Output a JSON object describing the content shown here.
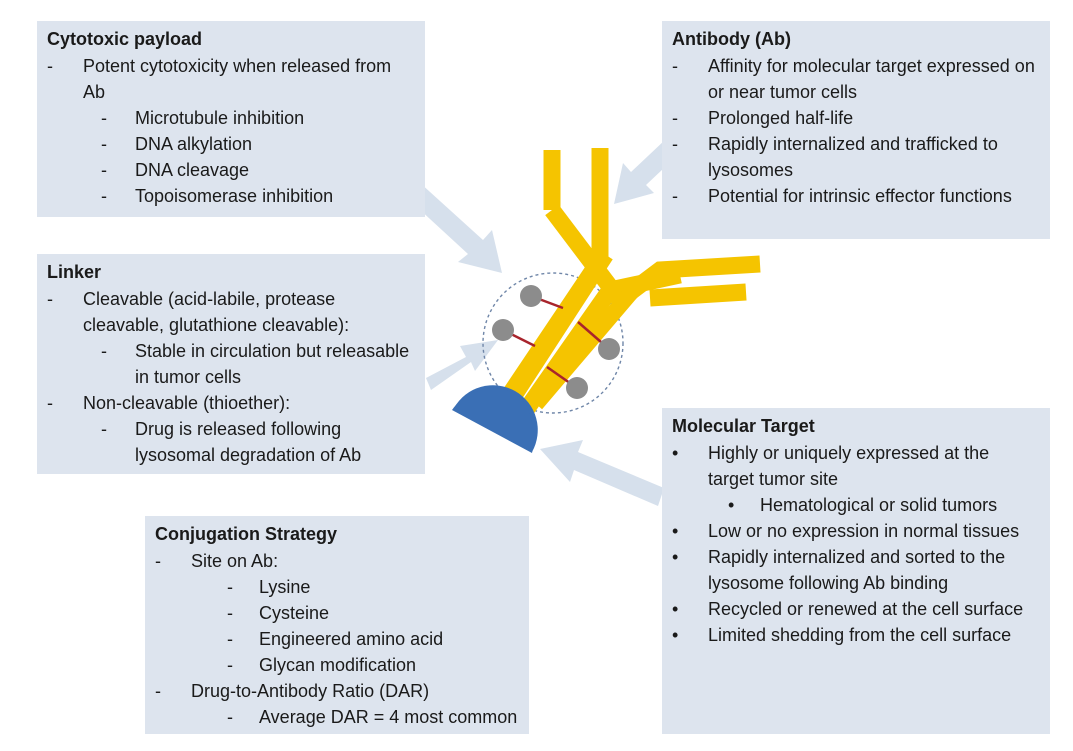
{
  "payload": {
    "title": "Cytotoxic payload",
    "items": [
      {
        "mark": "-",
        "text": "Potent cytotoxicity when released from Ab"
      },
      {
        "mark": "-",
        "text": "Microtubule inhibition"
      },
      {
        "mark": "-",
        "text": "DNA alkylation"
      },
      {
        "mark": "-",
        "text": "DNA cleavage"
      },
      {
        "mark": "-",
        "text": "Topoisomerase inhibition"
      }
    ]
  },
  "linker": {
    "title": "Linker",
    "items": [
      {
        "mark": "-",
        "text": "Cleavable (acid-labile, protease cleavable, glutathione cleavable):"
      },
      {
        "mark": "-",
        "text": "Stable in circulation but releasable in tumor cells"
      },
      {
        "mark": "-",
        "text": "Non-cleavable (thioether):"
      },
      {
        "mark": "-",
        "text": "Drug is released following lysosomal degradation of Ab"
      }
    ]
  },
  "conjugation": {
    "title": "Conjugation Strategy",
    "items": [
      {
        "mark": "-",
        "text": "Site on Ab:"
      },
      {
        "mark": "-",
        "text": "Lysine"
      },
      {
        "mark": "-",
        "text": "Cysteine"
      },
      {
        "mark": "-",
        "text": "Engineered amino acid"
      },
      {
        "mark": "-",
        "text": "Glycan modification"
      },
      {
        "mark": "-",
        "text": "Drug-to-Antibody Ratio (DAR)"
      },
      {
        "mark": "-",
        "text": "Average DAR = 4 most common"
      }
    ]
  },
  "antibody": {
    "title": "Antibody (Ab)",
    "items": [
      {
        "mark": "-",
        "text": "Affinity for  molecular target expressed on or near tumor cells"
      },
      {
        "mark": "-",
        "text": "Prolonged half-life"
      },
      {
        "mark": "-",
        "text": "Rapidly internalized and trafficked to lysosomes"
      },
      {
        "mark": "-",
        "text": "Potential for intrinsic effector functions"
      }
    ]
  },
  "target": {
    "title": "Molecular Target",
    "items": [
      {
        "mark": "•",
        "text": "Highly or uniquely expressed at the target tumor site"
      },
      {
        "mark": "•",
        "text": "Hematological or solid tumors"
      },
      {
        "mark": "•",
        "text": "Low or no expression in normal tissues"
      },
      {
        "mark": "•",
        "text": "Rapidly internalized and sorted to the lysosome following Ab binding"
      },
      {
        "mark": "•",
        "text": "Recycled or renewed at the cell surface"
      },
      {
        "mark": "•",
        "text": "Limited shedding from the cell surface"
      }
    ]
  },
  "colors": {
    "box": "#dde4ee",
    "arrow": "#d6e0ec",
    "antibody": "#f5c400",
    "linker": "#a8242c",
    "drug": "#8c8c8c",
    "target_shape": "#3a6fb5",
    "circle": "#6f86a8"
  }
}
